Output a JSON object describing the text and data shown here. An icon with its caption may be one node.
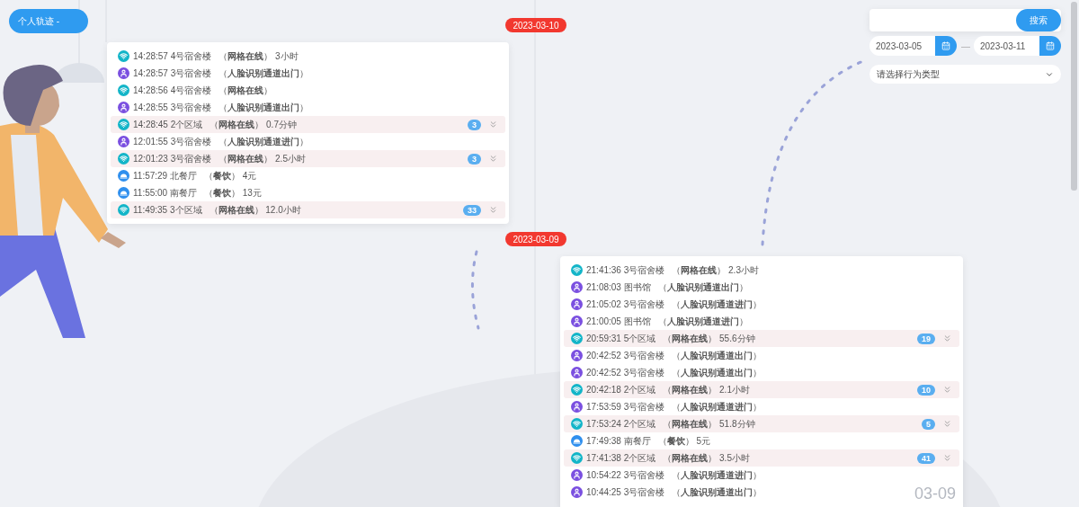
{
  "diagram": {
    "nodes": [
      {
        "text": [
          "个人轨迹 -"
        ]
      },
      {
        "text": [
          "2023-03-10"
        ]
      },
      {
        "text": [],
        "shape": "box"
      },
      {
        "text": [
          "14:28:57 4号宿舍楼",
          "（**网格在线**） 3小时"
        ],
        "in": 2
      },
      {
        "text": [
          "14:28:57 3号宿舍楼",
          "（**人脸识别通道出门**）"
        ],
        "in": 2
      },
      {
        "text": [
          "14:28:56 4号宿舍楼",
          "（**网格在线**）"
        ],
        "in": 2
      },
      {
        "text": [
          "14:28:55 3号宿舍楼",
          "（**人脸识别通道出门**）"
        ],
        "in": 2
      },
      {
        "text": [
          "14:28:45 2个区域",
          "（**网格在线**） 0.7分钟",
          "3"
        ],
        "in": 2
      },
      {
        "text": [
          "12:01:55 3号宿舍楼",
          "（**人脸识别通道进门**）"
        ],
        "in": 2
      },
      {
        "text": [
          "12:01:23 3号宿舍楼",
          "（**网格在线**） 2.5小时",
          "3"
        ],
        "in": 2
      },
      {
        "text": [
          "11:57:29 北餐厅",
          "（**餐饮**） 4元"
        ],
        "in": 2
      },
      {
        "text": [
          "11:55:00 南餐厅",
          "（**餐饮**） 13元"
        ],
        "in": 2
      },
      {
        "text": [
          "11:49:35 3个区域",
          "（**网格在线**） 12.0小时",
          "33"
        ],
        "in": 2
      },
      {
        "text": [
          "2023-03-09"
        ]
      },
      {
        "text": [],
        "shape": "box"
      },
      {
        "text": [
          "21:41:36 3号宿舍楼",
          "（**网格在线**） 2.3小时"
        ],
        "in": 14
      },
      {
        "text": [
          "21:08:03 图书馆",
          "（**人脸识别通道出门**）"
        ],
        "in": 14
      },
      {
        "text": [
          "21:05:02 3号宿舍楼",
          "（**人脸识别通道进门**）"
        ],
        "in": 14
      },
      {
        "text": [
          "21:00:05 图书馆",
          "（**人脸识别通道进门**）"
        ],
        "in": 14
      },
      {
        "text": [
          "20:59:31 5个区域",
          "（**网格在线**） 55.6分钟",
          "19"
        ],
        "in": 14
      },
      {
        "text": [
          "20:42:52 3号宿舍楼",
          "（**人脸识别通道出门**）"
        ],
        "in": 14
      },
      {
        "text": [
          "20:42:52 3号宿舍楼",
          "（**人脸识别通道出门**）"
        ],
        "in": 14
      },
      {
        "text": [
          "20:42:18 2个区域",
          "（**网格在线**） 2.1小时",
          "10"
        ],
        "in": 14
      },
      {
        "text": [
          "17:53:59 3号宿舍楼",
          "（**人脸识别通道进门**）"
        ],
        "in": 14
      },
      {
        "text": [
          "17:53:24 2个区域",
          "（**网格在线**） 51.8分钟",
          "5"
        ],
        "in": 14
      },
      {
        "text": [
          "17:49:38 南餐厅",
          "（**餐饮**） 5元"
        ],
        "in": 14
      },
      {
        "text": [
          "17:41:38 2个区域",
          "（**网格在线**） 3.5小时",
          "41"
        ],
        "in": 14
      },
      {
        "text": [
          "10:54:22 3号宿舍楼",
          "（**人脸识别通道进门**）"
        ],
        "in": 14
      },
      {
        "text": [
          "10:44:25 3号宿舍楼",
          "（**人脸识别通道出门**）"
        ],
        "in": 14
      },
      {
        "text": [],
        "shape": "box"
      },
      {
        "text": [
          "搜索"
        ],
        "in": 29
      },
      {
        "text": [
          "2023-03-05"
        ]
      },
      {
        "text": [
          "2023-03-11"
        ]
      },
      {
        "text": [
          "请选择行为类型"
        ]
      }
    ],
    "labels": [
      "—",
      "03-09"
    ]
  }
}
